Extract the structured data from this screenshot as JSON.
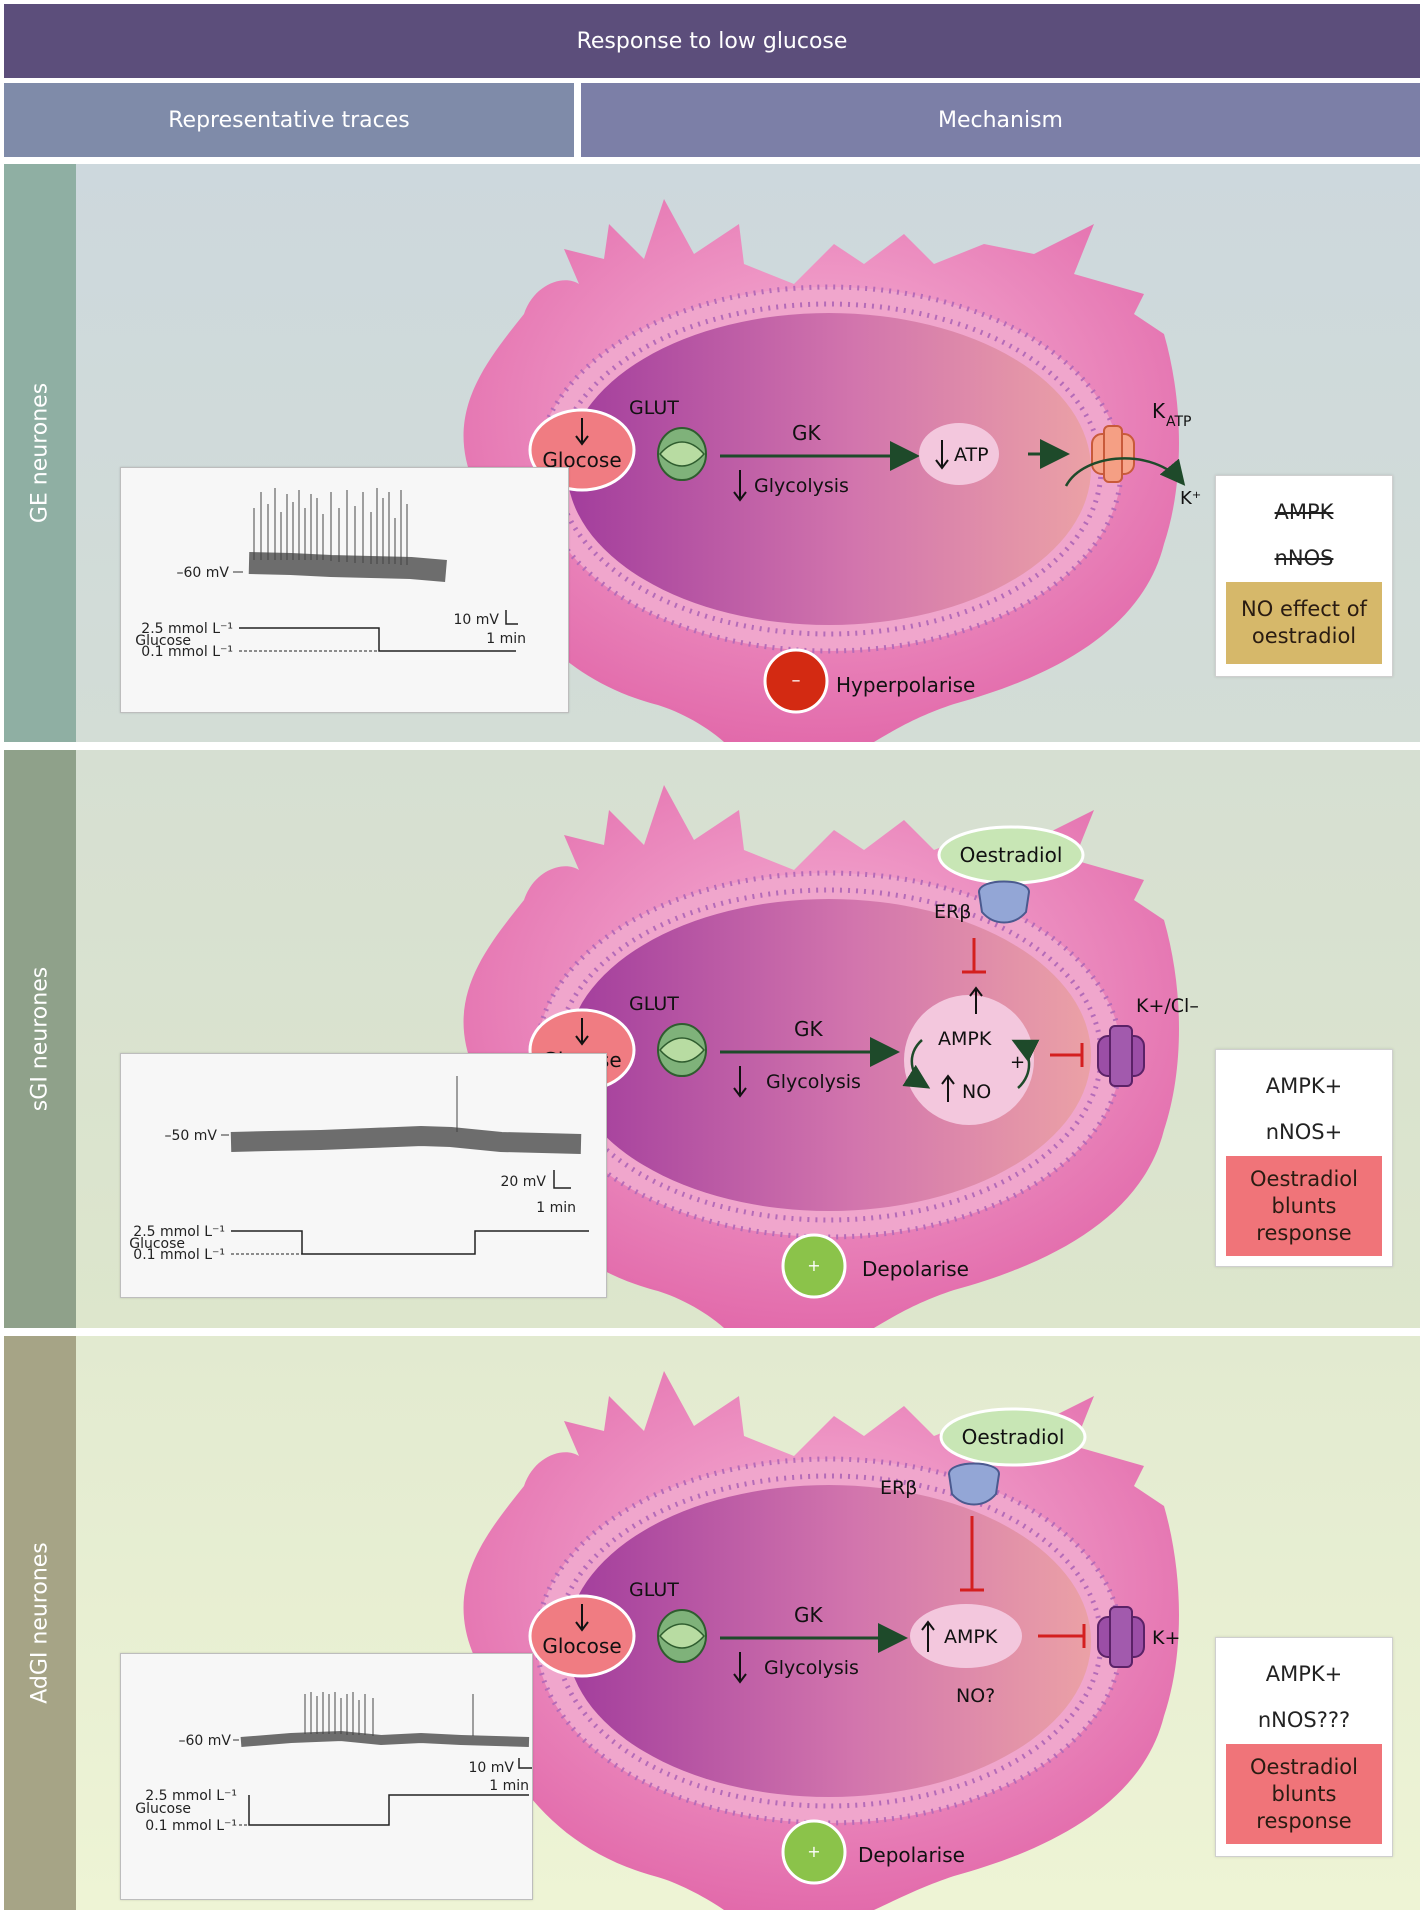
{
  "header": {
    "title": "Response to low glucose"
  },
  "columns": {
    "traces": "Representative traces",
    "mechanism": "Mechanism"
  },
  "colors": {
    "header": "#5c4e7b",
    "cell": "#e85d9a",
    "glucose": "#f07c82",
    "inhibit": "#d41f1f",
    "activate": "#1e4a2a",
    "minus": "#d32a12",
    "plus": "#8bc34a"
  },
  "ge": {
    "row_label": "GE neurones",
    "transporter": "GLUT",
    "glucose": "Glocose",
    "gk": "GK",
    "glycolysis": "Glycolysis",
    "atp": "ATP",
    "channel": "K",
    "channel_sub": "ATP",
    "ion": "K⁺",
    "effect_symbol": "–",
    "effect": "Hyperpolarise",
    "trace": {
      "voltage": "–60 mV",
      "high": "2.5 mmol L⁻¹",
      "substrate": "Glucose",
      "low": "0.1 mmol L⁻¹",
      "scale_v": "10 mV",
      "scale_t": "1 min"
    },
    "summary": {
      "line1": "AMPK",
      "line2": "nNOS",
      "note": "NO effect of oestradiol",
      "note_color": "#d6b86a"
    }
  },
  "sgi": {
    "row_label": "sGI neurones",
    "hormone": "Oestradiol",
    "receptor": "ERβ",
    "transporter": "GLUT",
    "glucose": "Glocose",
    "gk": "GK",
    "glycolysis": "Glycolysis",
    "ampk": "AMPK",
    "no": "NO",
    "plus": "+",
    "channel": "K+/Cl–",
    "effect_symbol": "+",
    "effect": "Depolarise",
    "trace": {
      "voltage": "–50 mV",
      "high": "2.5 mmol L⁻¹",
      "substrate": "Glucose",
      "low": "0.1 mmol L⁻¹",
      "scale_v": "20 mV",
      "scale_t": "1 min"
    },
    "summary": {
      "line1": "AMPK+",
      "line2": "nNOS+",
      "note": "Oestradiol blunts response",
      "note_color": "#f07479"
    }
  },
  "adgi": {
    "row_label": "AdGI neurones",
    "hormone": "Oestradiol",
    "receptor": "ERβ",
    "transporter": "GLUT",
    "glucose": "Glocose",
    "gk": "GK",
    "glycolysis": "Glycolysis",
    "ampk": "AMPK",
    "no": "NO?",
    "channel": "K+",
    "effect_symbol": "+",
    "effect": "Depolarise",
    "trace": {
      "voltage": "–60  mV",
      "high": "2.5 mmol L⁻¹",
      "substrate": "Glucose",
      "low": "0.1 mmol L⁻¹",
      "scale_v": "10 mV",
      "scale_t": "1 min"
    },
    "summary": {
      "line1": "AMPK+",
      "line2": "nNOS???",
      "note": "Oestradiol blunts response",
      "note_color": "#f07479"
    }
  }
}
